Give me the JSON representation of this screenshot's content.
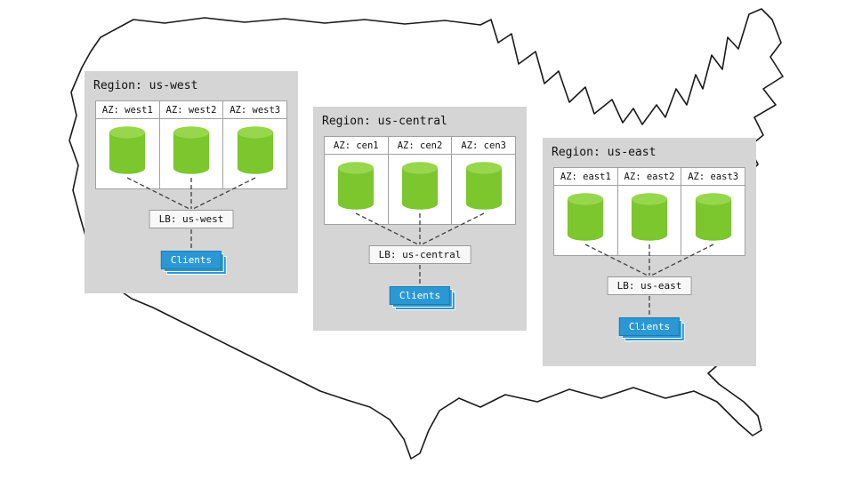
{
  "colors": {
    "region_bg": "#d5d5d5",
    "az_bg": "#ffffff",
    "az_border": "#a0a0a0",
    "cyl_body": "#7cc62e",
    "cyl_top": "#97d74d",
    "lb_bg": "#f8f8f8",
    "lb_border": "#999999",
    "clients_bg": "#2b98d4",
    "clients_border": "#1c7cb0",
    "connector": "#404040",
    "map_outline": "#1a1a1a"
  },
  "regions": [
    {
      "title": "Region: us-west",
      "azs": [
        "AZ: west1",
        "AZ: west2",
        "AZ: west3"
      ],
      "lb": "LB: us-west",
      "clients": "Clients"
    },
    {
      "title": "Region: us-central",
      "azs": [
        "AZ: cen1",
        "AZ: cen2",
        "AZ: cen3"
      ],
      "lb": "LB: us-central",
      "clients": "Clients"
    },
    {
      "title": "Region: us-east",
      "azs": [
        "AZ: east1",
        "AZ: east2",
        "AZ: east3"
      ],
      "lb": "LB: us-east",
      "clients": "Clients"
    }
  ]
}
